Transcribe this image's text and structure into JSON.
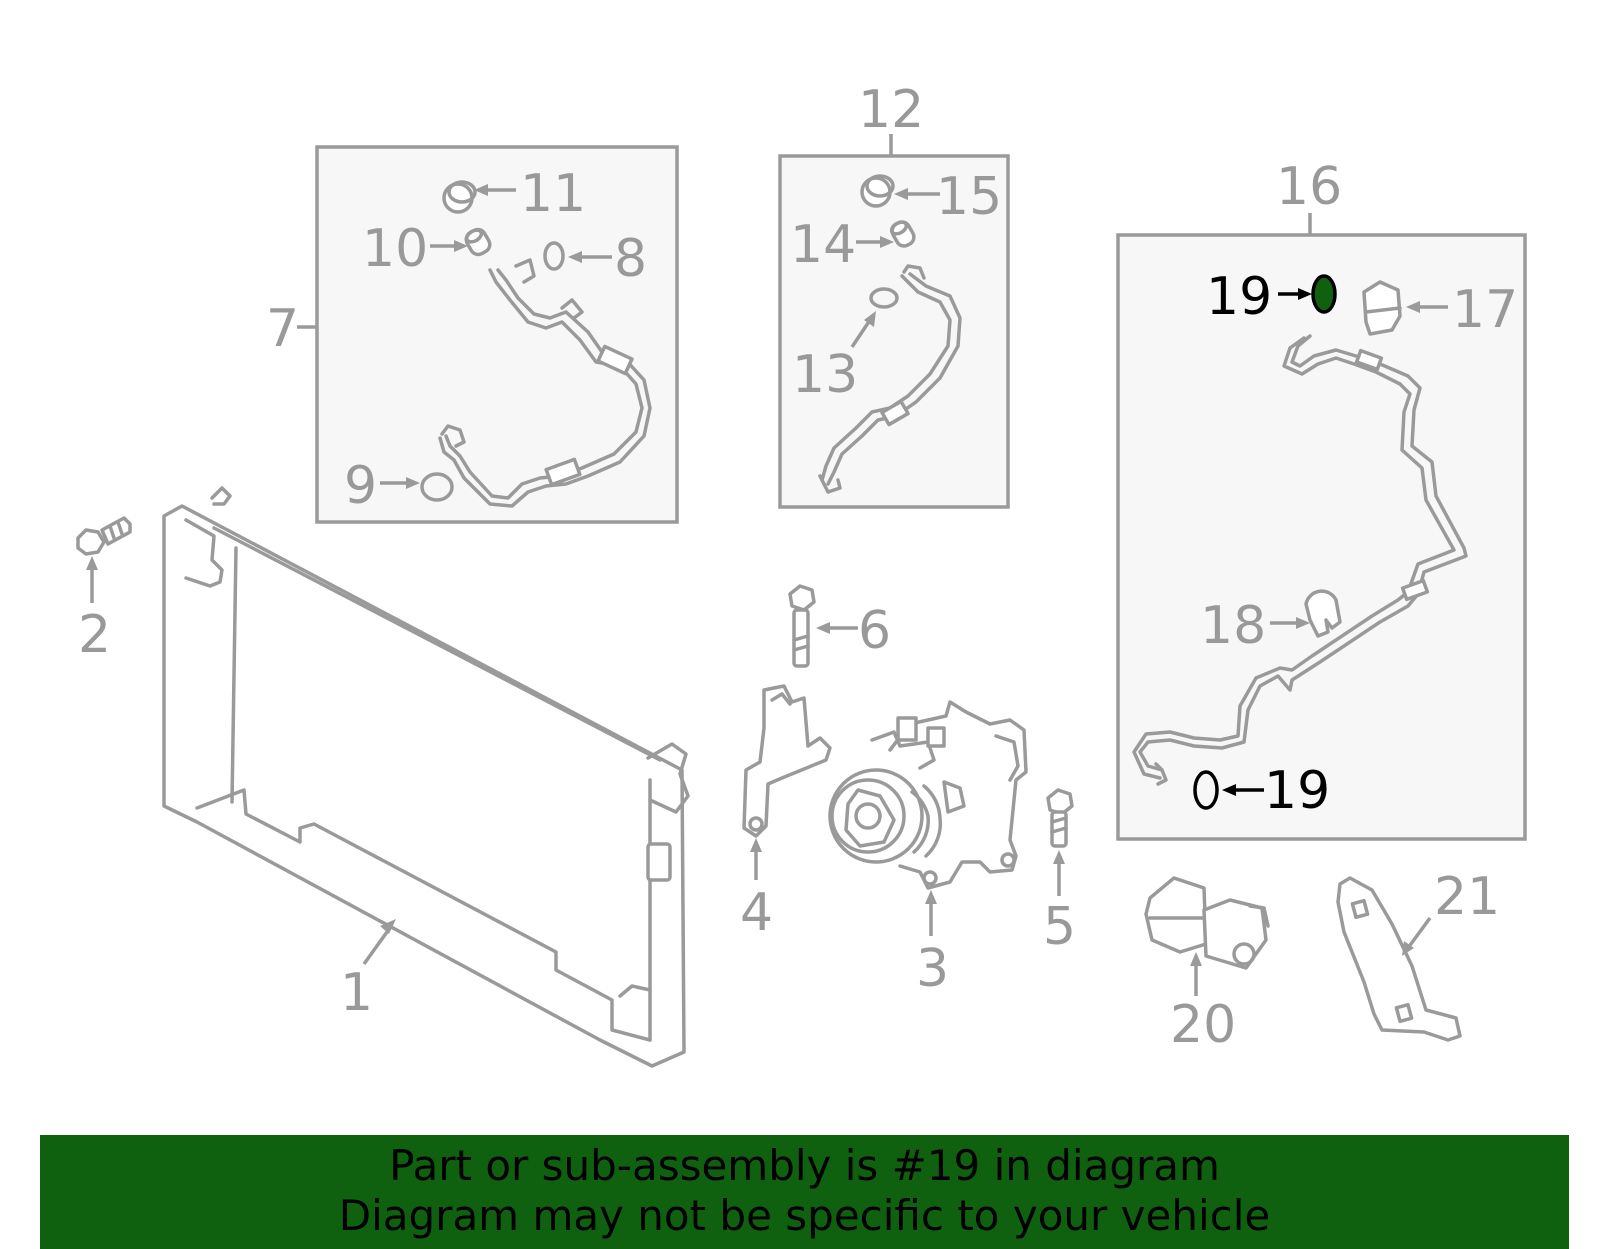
{
  "colors": {
    "highlight": "#0f6110",
    "line": "#9a9a9a",
    "box_fill": "#f7f7f7",
    "highlight_text": "#000000"
  },
  "highlighted_part": "19",
  "callouts": {
    "p1": "1",
    "p2": "2",
    "p3": "3",
    "p4": "4",
    "p5": "5",
    "p6": "6",
    "p7": "7",
    "p8": "8",
    "p9": "9",
    "p10": "10",
    "p11": "11",
    "p12": "12",
    "p13": "13",
    "p14": "14",
    "p15": "15",
    "p16": "16",
    "p17": "17",
    "p18": "18",
    "p19a": "19",
    "p19b": "19",
    "p20": "20",
    "p21": "21"
  },
  "banner": {
    "line1": "Part or sub-assembly is #19 in diagram",
    "line2": "Diagram may not be specific to your vehicle"
  }
}
